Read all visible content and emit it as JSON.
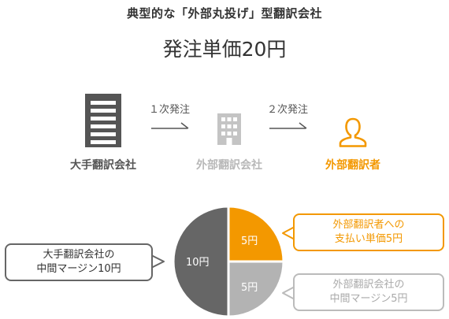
{
  "title": "典型的な「外部丸投げ」型翻訳会社",
  "subtitle": "発注単価20円",
  "flow": {
    "arrows": [
      {
        "label": "１次発注"
      },
      {
        "label": "２次発注"
      }
    ],
    "nodes": [
      {
        "label": "大手翻訳会社",
        "icon": "office-building-icon",
        "color": "#555555"
      },
      {
        "label": "外部翻訳会社",
        "icon": "small-building-icon",
        "color": "#b8b8b8"
      },
      {
        "label": "外部翻訳者",
        "icon": "person-icon",
        "color": "#f39800"
      }
    ]
  },
  "pie": {
    "segments": [
      {
        "label": "10円",
        "value": 10,
        "color": "#666666"
      },
      {
        "label": "5円",
        "value": 5,
        "color": "#f39800"
      },
      {
        "label": "5円",
        "value": 5,
        "color": "#b3b3b3"
      }
    ]
  },
  "callouts": {
    "left": {
      "line1": "大手翻訳会社の",
      "line2": "中間マージン10円",
      "color": "#666666"
    },
    "top_right": {
      "line1": "外部翻訳者への",
      "line2": "支払い単価5円",
      "color": "#f39800"
    },
    "bottom_right": {
      "line1": "外部翻訳会社の",
      "line2": "中間マージン5円",
      "color": "#bbbbbb"
    }
  }
}
